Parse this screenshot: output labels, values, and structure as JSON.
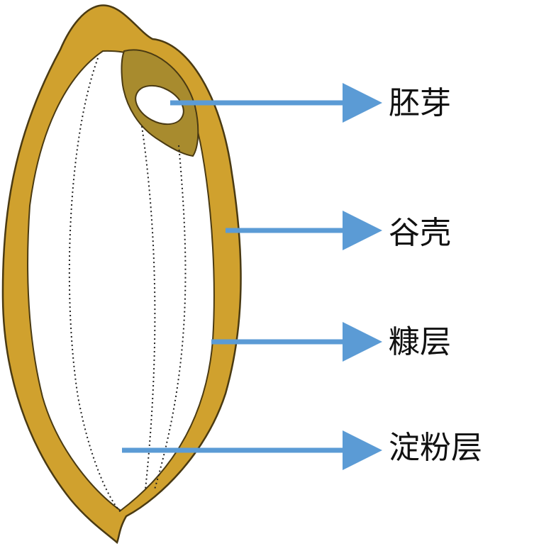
{
  "diagram": {
    "labels": [
      "胚芽",
      "谷壳",
      "糠层",
      "淀粉层"
    ]
  },
  "colors": {
    "hull": "#D0A12E",
    "hull_outline": "#4A3A12",
    "germ": "#A88B2E",
    "arrow": "#5B9BD5",
    "starch": "#FFFFFF"
  }
}
